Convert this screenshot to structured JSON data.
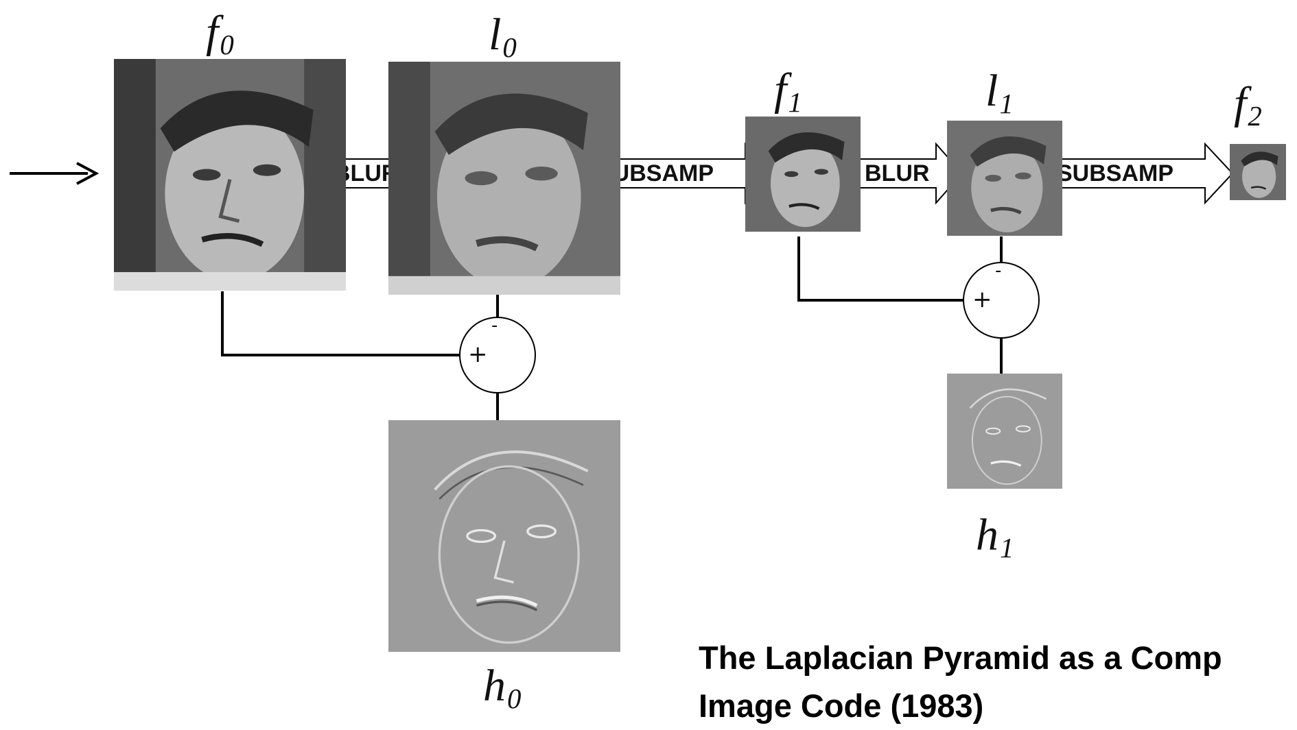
{
  "labels": {
    "f0": {
      "main": "f",
      "sub": "0"
    },
    "l0": {
      "main": "l",
      "sub": "0"
    },
    "f1": {
      "main": "f",
      "sub": "1"
    },
    "l1": {
      "main": "l",
      "sub": "1"
    },
    "f2": {
      "main": "f",
      "sub": "2"
    },
    "h0": {
      "main": "h",
      "sub": "0"
    },
    "h1": {
      "main": "h",
      "sub": "1"
    }
  },
  "operations": {
    "blur_1": "BLUR",
    "subsamp_1": "SUBSAMP",
    "blur_2": "BLUR",
    "subsamp_2": "SUBSAMP"
  },
  "summing_nodes": {
    "plus": "+",
    "minus": "-"
  },
  "caption": {
    "line1": "The Laplacian Pyramid as a Comp",
    "line2": "Image Code (1983)"
  },
  "colors": {
    "lines": "#000000",
    "arrow_fill": "#ffffff",
    "photo_tone": "#808080"
  }
}
